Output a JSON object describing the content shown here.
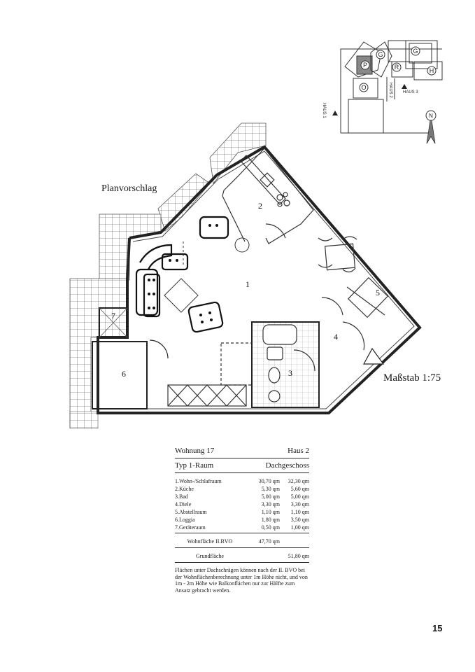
{
  "plan": {
    "title": "Planvorschlag",
    "scale": "Maßstab 1:75",
    "room_numbers": [
      "1",
      "2",
      "3",
      "4",
      "5",
      "6",
      "7"
    ]
  },
  "siteplan": {
    "labels": {
      "haus3": "HAUS 3",
      "haus1": "HAUS 1",
      "haus2": "HAUS 2"
    },
    "markers": [
      "G",
      "P",
      "R",
      "G",
      "H",
      "O"
    ],
    "north": "N"
  },
  "info": {
    "wohnung": "Wohnung 17",
    "haus": "Haus 2",
    "typ": "Typ 1-Raum",
    "geschoss": "Dachgeschoss",
    "rooms": [
      {
        "name": "1.Wohn-/Schlafraum",
        "a": "30,70 qm",
        "b": "32,30 qm"
      },
      {
        "name": "2.Küche",
        "a": "5,30 qm",
        "b": "5,60 qm"
      },
      {
        "name": "3.Bad",
        "a": "5,00 qm",
        "b": "5,00 qm"
      },
      {
        "name": "4.Diele",
        "a": "3,30 qm",
        "b": "3,30 qm"
      },
      {
        "name": "5.Abstellraum",
        "a": "1,10 qm",
        "b": "1,10 qm"
      },
      {
        "name": "6.Loggia",
        "a": "1,80 qm",
        "b": "3,50 qm"
      },
      {
        "name": "7.Geräteraum",
        "a": "0,50 qm",
        "b": "1,00 qm"
      }
    ],
    "wohnflaeche_label": "Wohnfläche II.BVO",
    "wohnflaeche_value": "47,70 qm",
    "grundflaeche_label": "Grundfläche",
    "grundflaeche_value": "51,80 qm",
    "note": "Flächen unter Dachschrägen können nach der II. BVO bei der Wohnflächenberechnung unter 1m Höhe nicht, und von 1m - 2m Höhe wie Balkonflächen nur zur Hälfte zum Ansatz gebracht werden."
  },
  "page_number": "15"
}
